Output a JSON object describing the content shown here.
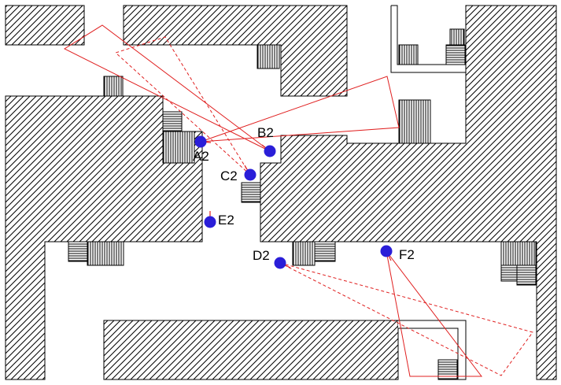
{
  "colors": {
    "camera": "#2a1ed8",
    "view_cone": "#e02020",
    "wall_stroke": "#000000",
    "background": "#ffffff"
  },
  "cameras": [
    {
      "id": "A2",
      "label": "A2"
    },
    {
      "id": "B2",
      "label": "B2"
    },
    {
      "id": "C2",
      "label": "C2"
    },
    {
      "id": "D2",
      "label": "D2"
    },
    {
      "id": "E2",
      "label": "E2"
    },
    {
      "id": "F2",
      "label": "F2"
    }
  ]
}
